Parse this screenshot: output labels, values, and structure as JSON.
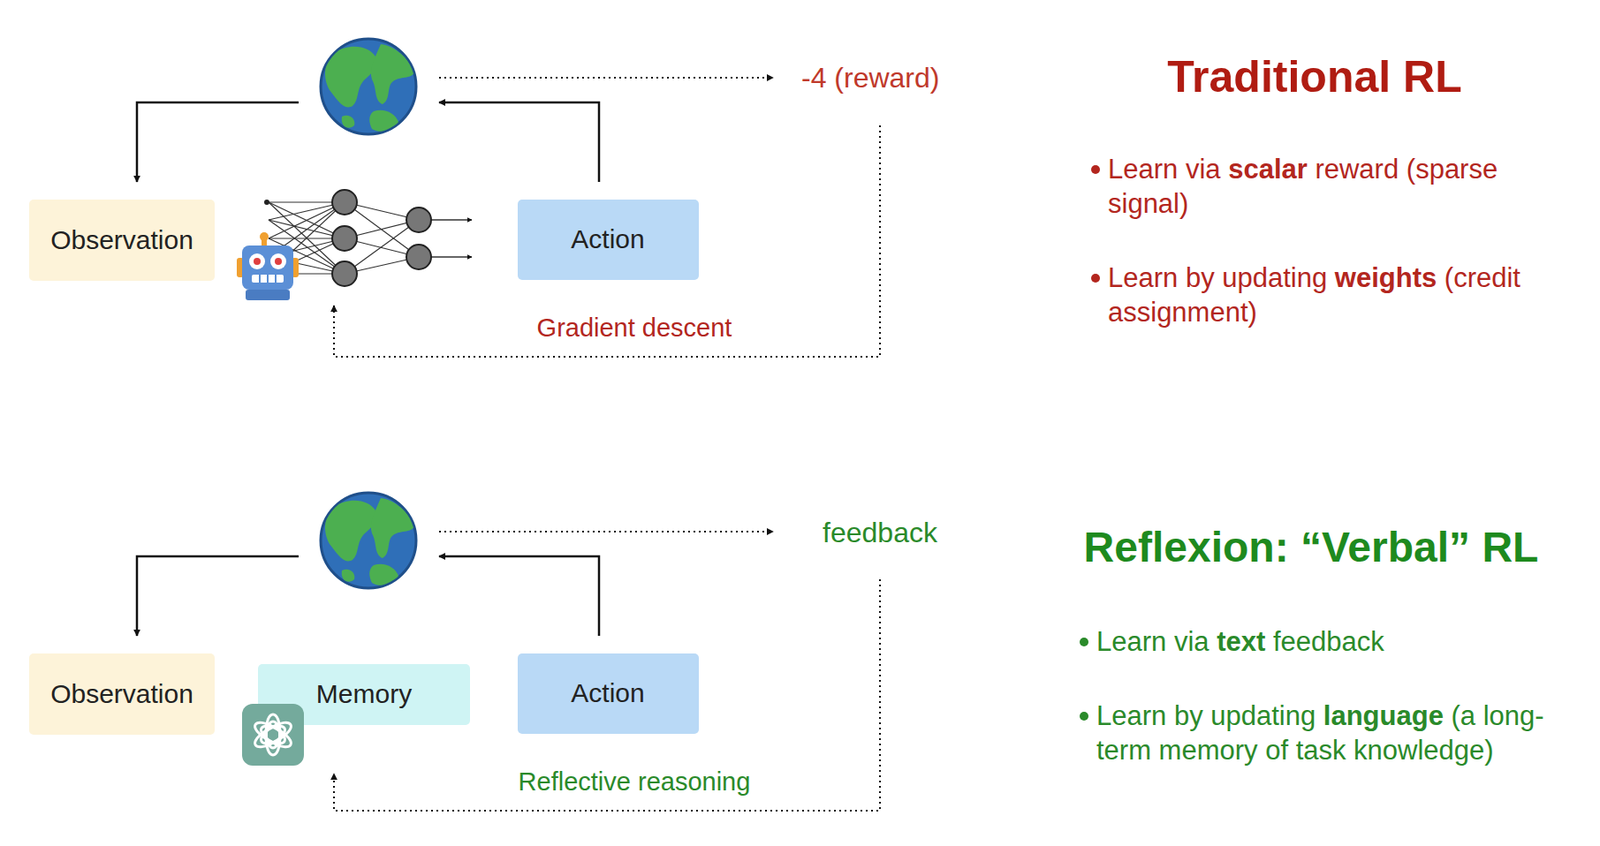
{
  "diagram": {
    "nodes": [
      {
        "text": [
          "Observation"
        ]
      },
      {
        "text": [
          "Action"
        ]
      },
      {
        "text": [
          "Observation"
        ]
      },
      {
        "text": [
          "Memory"
        ]
      },
      {
        "text": [
          "Action"
        ]
      }
    ],
    "labels": [
      "-4 (reward)",
      "Gradient descent",
      "Traditional RL",
      "Learn via",
      "scalar",
      "reward",
      "(sparse signal)",
      "Learn by updating",
      "weights",
      "(credit assignment)",
      "feedback",
      "Reflective reasoning",
      "Reflexion: “Verbal” RL",
      "Learn via",
      "text",
      "feedback",
      "Learn by updating",
      "language",
      "(a long-term memory of task knowledge)"
    ]
  }
}
